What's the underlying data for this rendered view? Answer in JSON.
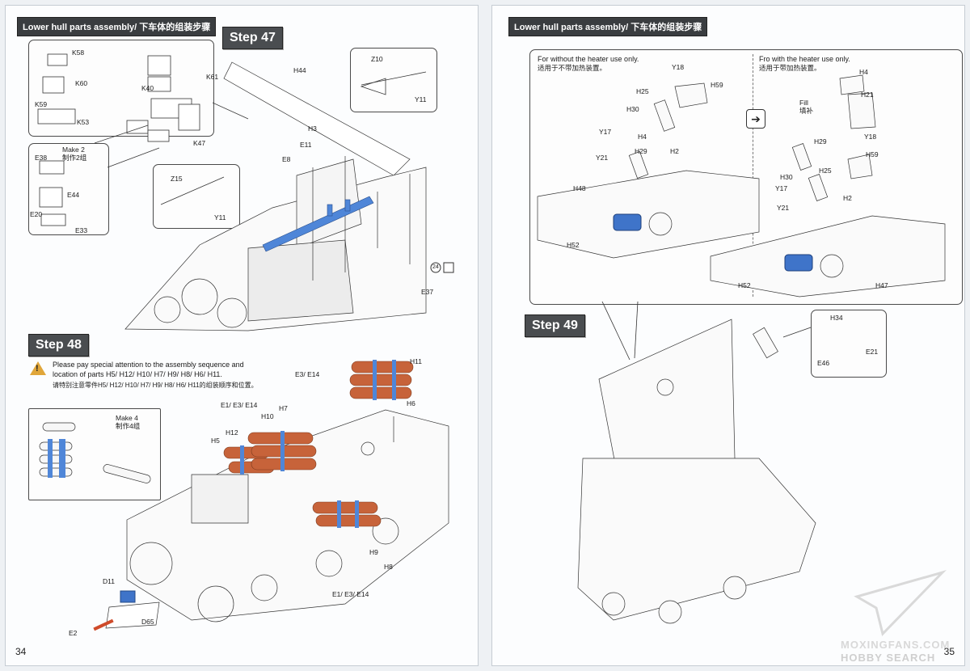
{
  "left_page": {
    "header": "Lower hull parts assembly/ 下车体的组装步骤",
    "page_number": "34",
    "step47": {
      "title": "Step 47",
      "inset_k": [
        "K58",
        "K60",
        "K40",
        "K59",
        "K53",
        "K47"
      ],
      "make2": {
        "en": "Make 2",
        "cn": "制作2组"
      },
      "inset_e": [
        "E38",
        "E44",
        "E20",
        "E33"
      ],
      "inset_z10": [
        "Z10",
        "Y11"
      ],
      "inset_z15": [
        "Z15",
        "Y11"
      ],
      "labels": [
        "K61",
        "H44",
        "H3",
        "E11",
        "E8",
        "E37"
      ],
      "callout_num": "24"
    },
    "step48": {
      "title": "Step 48",
      "warning_en": "Please pay special attention to the assembly sequence and location of parts H5/ H12/ H10/ H7/ H9/ H8/ H6/ H11.",
      "warning_cn": "请特别注意零件H5/ H12/ H10/ H7/ H9/ H8/ H6/ H11的组装顺序和位置。",
      "make4": {
        "en": "Make 4",
        "cn": "制作4组"
      },
      "labels": {
        "e3e14_top": "E3/ E14",
        "h11": "H11",
        "h6": "H6",
        "e1e3e14_a": "E1/ E3/ E14",
        "h7": "H7",
        "h10": "H10",
        "h12": "H12",
        "h5": "H5",
        "h9": "H9",
        "h8": "H8",
        "e1e3e14_b": "E1/ E3/ E14",
        "d11": "D11",
        "d65": "D65",
        "e2": "E2"
      }
    }
  },
  "right_page": {
    "header": "Lower hull parts assembly/ 下车体的组装步骤",
    "page_number": "35",
    "heater": {
      "without_en": "For without the heater use only.",
      "without_cn": "适用于不带加热装置。",
      "with_en": "Fro with the heater use only.",
      "with_cn": "适用于带加热装置。",
      "fill_en": "Fill",
      "fill_cn": "填补",
      "labels_left": [
        "Y18",
        "H59",
        "H25",
        "H30",
        "Y17",
        "H4",
        "H29",
        "H2",
        "Y21",
        "H48",
        "H52"
      ],
      "labels_right": [
        "H4",
        "H21",
        "H29",
        "Y18",
        "H59",
        "H30",
        "H25",
        "Y17",
        "Y21",
        "H2",
        "H52",
        "H47"
      ]
    },
    "step49": {
      "title": "Step 49",
      "inset_labels": [
        "H34",
        "E21",
        "E46"
      ]
    }
  },
  "watermark": {
    "line1": "MOXINGFANS.COM",
    "line2": "HOBBY SEARCH"
  }
}
